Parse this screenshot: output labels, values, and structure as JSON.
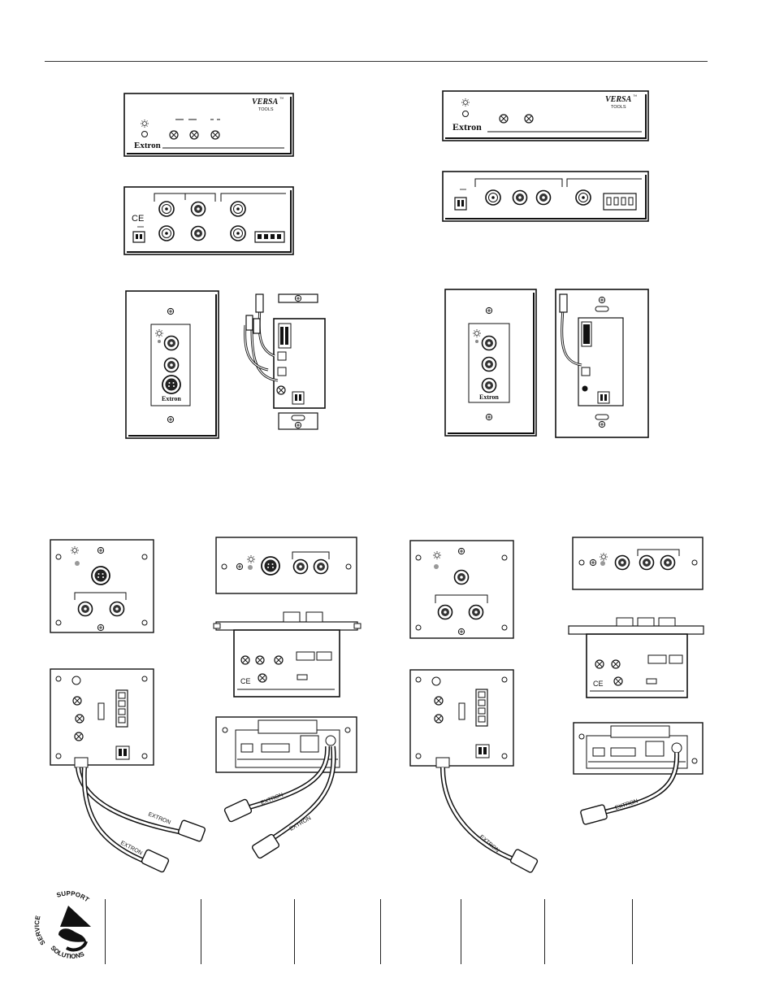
{
  "brand": {
    "versa": "VERSA",
    "tm": "™",
    "tools": "TOOLS",
    "extron": "Extron"
  },
  "labels": {
    "ce": "CE",
    "cable": "EXTRON"
  },
  "footer": {
    "logo_words": [
      "SERVICE",
      "SUPPORT",
      "SOLUTIONS"
    ]
  },
  "colors": {
    "ink": "#111111",
    "faceplate": "#ffffff",
    "led": "#9a9a9a"
  }
}
